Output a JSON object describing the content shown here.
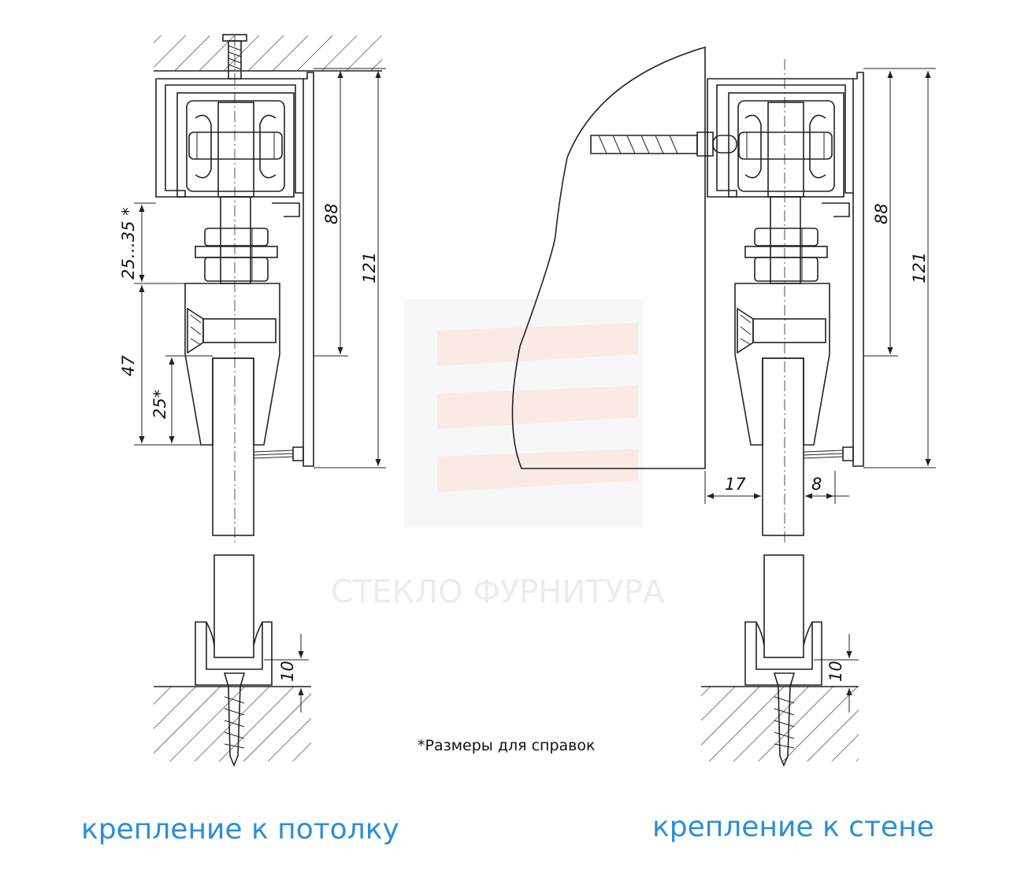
{
  "watermark": {
    "text": "СТЕКЛО ФУРНИТУРА"
  },
  "left_view": {
    "caption": "крепление к потолку",
    "dims": {
      "d88": "88",
      "d121": "121",
      "d25_35": "25…35 *",
      "d47": "47",
      "d25": "25*",
      "d10": "10"
    }
  },
  "right_view": {
    "caption": "крепление к стене",
    "dims": {
      "d88": "88",
      "d121": "121",
      "d17": "17",
      "d8": "8",
      "d10": "10"
    }
  },
  "footnote": "*Размеры для справок",
  "colors": {
    "caption": "#2a8fd6",
    "glass_top": "#d8ecfb",
    "glass_bottom": "#a9d2f2"
  }
}
